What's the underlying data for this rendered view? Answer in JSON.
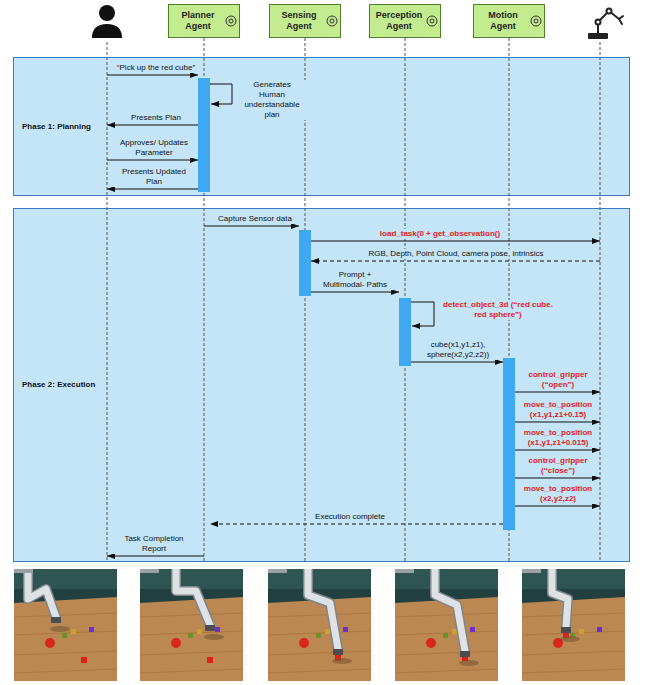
{
  "diagram": {
    "nodes": [
      {
        "text": [
          "Planner Agent"
        ]
      },
      {
        "text": [
          "Sensing Agent"
        ]
      },
      {
        "text": [
          "Perception Agent"
        ]
      },
      {
        "text": [
          "Motion Agent"
        ]
      },
      {
        "text": [
          "Phase 1: Planning"
        ]
      },
      {
        "text": [
          "Phase 2: Execution"
        ]
      }
    ],
    "labels": [
      "“Pick up the red cube”",
      "Generates Human understandable plan",
      "Presents Plan",
      "Approves/ Updates Parameter",
      "Presents Updated Plan",
      "Capture Sensor data",
      "load_task(0 + get_observation()",
      "RGB, Depth, Point Cloud, camera pose, intrinsics",
      "Prompt + Multimodal- Paths",
      "detect_object_3d (“red cube. red sphere”)",
      "cube(x1,y1,z1), sphere(x2,y2,z2))",
      "control_gripper (“open”)",
      "move_to_position (x1,y1,z1+0.15)",
      "move_to_position (x1,y1,z1+0.015)",
      "control_gripper (“close”)",
      "move_to_position (x2,y2,z2)",
      "Execution complete",
      "Task Completion Report"
    ]
  }
}
